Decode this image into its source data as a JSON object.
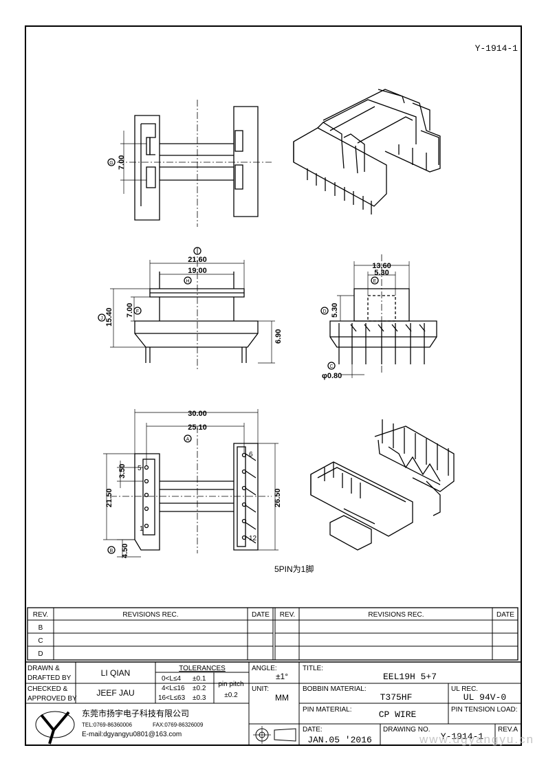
{
  "drawing_id": "Y-1914-1",
  "note": "5PIN为1脚",
  "top_view": {
    "dim_g": "7.00",
    "label_g": "G"
  },
  "front_view": {
    "dim_i": "21.60",
    "dim_h": "19.00",
    "dim_j": "15.40",
    "dim_f": "7.00",
    "dim_base": "6.90",
    "labels": [
      "I",
      "H",
      "J",
      "F"
    ]
  },
  "side_view": {
    "dim_width": "13.60",
    "dim_e": "5.30",
    "dim_d": "5.30",
    "dim_pin": "φ0.80",
    "labels": [
      "E",
      "D",
      "C"
    ]
  },
  "bottom_view": {
    "dim_overall": "30.00",
    "dim_a": "25.10",
    "dim_height": "21.50",
    "dim_pitch": "3.50",
    "dim_total": "26.50",
    "dim_b": "4.50",
    "labels": [
      "A",
      "B"
    ],
    "pin_numbers": [
      "5",
      "6",
      "1",
      "12"
    ]
  },
  "revisions": {
    "headers": {
      "rev": "REV.",
      "rec": "REVISIONS   REC.",
      "date": "DATE"
    },
    "rows": [
      "B",
      "C",
      "D"
    ]
  },
  "title_block": {
    "drawn_label": "DRAWN  &\nDRAFTED BY",
    "drawn_label_1": "DRAWN  &",
    "drawn_label_2": "DRAFTED BY",
    "drawn_by": "LI QIAN",
    "checked_label_1": "CHECKED  &",
    "checked_label_2": "APPROVED BY",
    "checked_by": "JEEF JAU",
    "tolerances_title": "TOLERANCES",
    "tolerances": [
      {
        "range": "0<L≤4",
        "tol": "±0.1"
      },
      {
        "range": "4<L≤16",
        "tol": "±0.2"
      },
      {
        "range": "16<L≤63",
        "tol": "±0.3"
      }
    ],
    "pin_pitch_label": "pin pitch",
    "pin_pitch_tol": "±0.2",
    "angle_label": "ANGLE:",
    "angle_value": "±1°",
    "unit_label": "UNIT:",
    "unit_value": "MM",
    "title_label": "TITLE:",
    "title_value": "EEL19H 5+7",
    "bobbin_label": "BOBBIN MATERIAL:",
    "bobbin_value": "T375HF",
    "ul_label": "UL REC.",
    "ul_value": "UL 94V-0",
    "pin_material_label": "PIN MATERIAL:",
    "pin_material_value": "CP WIRE",
    "pin_tension_label": "PIN TENSION LOAD:",
    "date_label": "DATE:",
    "date_value": "JAN.05 '2016",
    "drawing_no_label": "DRAWING NO.",
    "drawing_no_value": "Y-1914-1",
    "rev_label": "REV.A",
    "company_name": "东莞市扬宇电子科技有限公司",
    "tel": "TEL:0769-86360006",
    "fax": "FAX:0769-86326009",
    "email": "E-mail:dgyangyu0801@163.com",
    "watermark": "www.dgyangyu.cn"
  }
}
